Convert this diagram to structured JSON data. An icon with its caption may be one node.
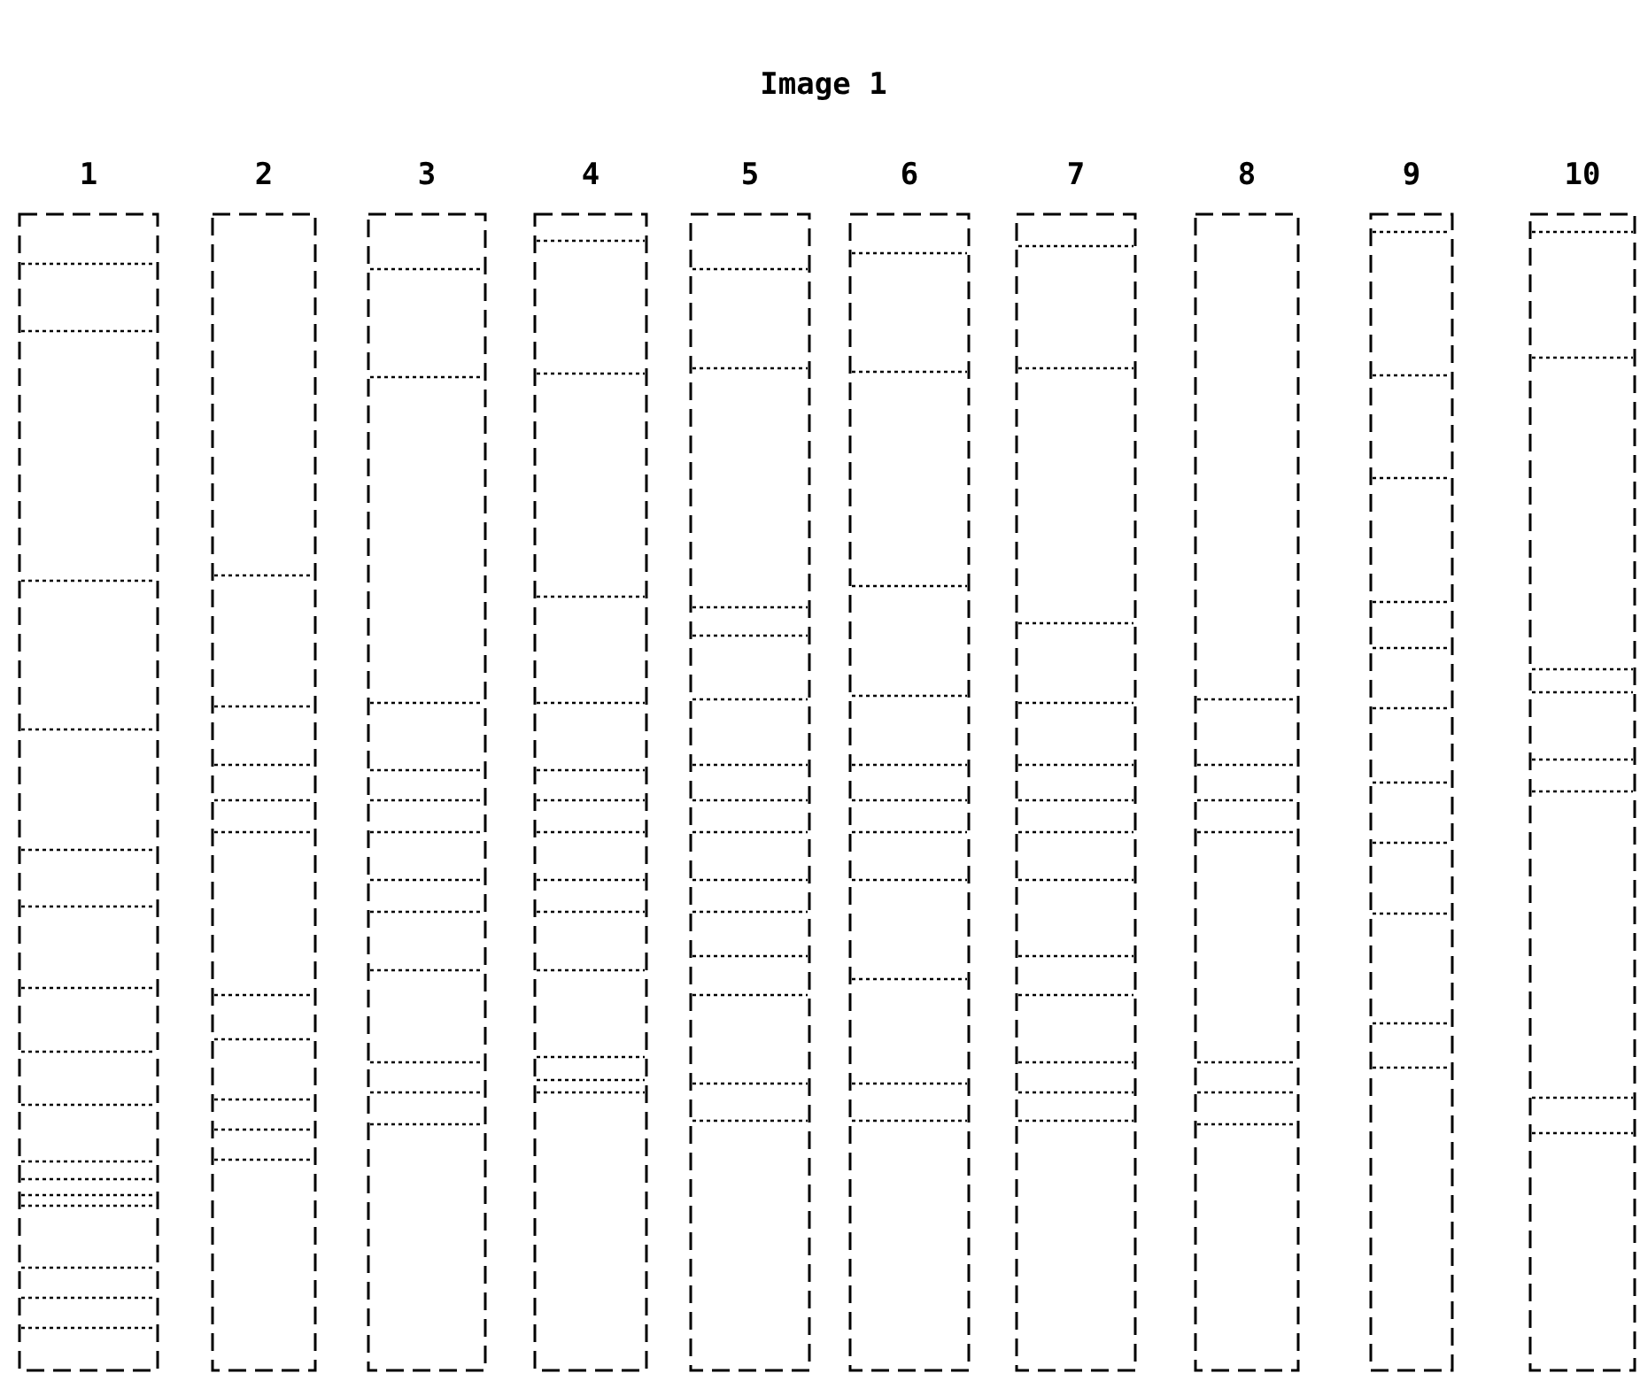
{
  "diagram": {
    "title": "Image 1",
    "nodes": [
      {
        "text": [
          "1"
        ]
      },
      {
        "text": [
          "2"
        ]
      },
      {
        "text": [
          "3"
        ]
      },
      {
        "text": [
          "4"
        ]
      },
      {
        "text": [
          "5"
        ]
      },
      {
        "text": [
          "6"
        ]
      },
      {
        "text": [
          "7"
        ]
      },
      {
        "text": [
          "8"
        ]
      },
      {
        "text": [
          "9"
        ]
      },
      {
        "text": [
          "10"
        ]
      }
    ]
  }
}
